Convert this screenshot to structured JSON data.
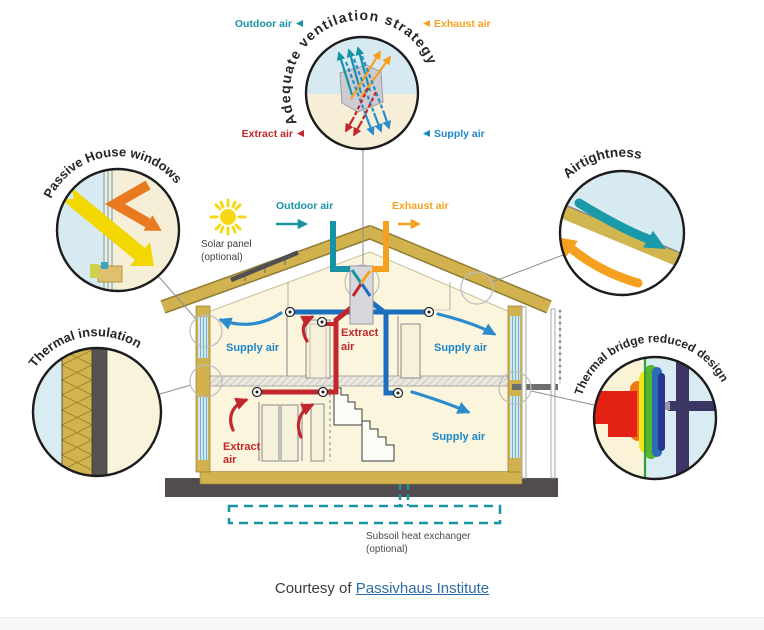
{
  "colors": {
    "teal": "#1893a5",
    "orange": "#f5a01e",
    "red": "#c1272d",
    "supply_blue": "#1b6fbe",
    "gold": "#d1b24f",
    "cream": "#faf5dc",
    "sky": "#d7e9f1",
    "link": "#2e6ca4"
  },
  "ventilation_circle": {
    "title": "Adequate ventilation strategy",
    "outdoor_label": "Outdoor air",
    "exhaust_label": "Exhaust air",
    "extract_label": "Extract air",
    "supply_label": "Supply air"
  },
  "feature_circles": {
    "windows_title": "Passive House windows",
    "insulation_title": "Thermal insulation",
    "airtightness_title": "Airtightness",
    "thermal_bridge_title": "Thermal bridge reduced design"
  },
  "house": {
    "outdoor_air": "Outdoor air",
    "exhaust_air": "Exhaust air",
    "solar_panel_line1": "Solar panel",
    "solar_panel_line2": "(optional)",
    "supply_upper_left": "Supply air",
    "supply_upper_right": "Supply air",
    "supply_lower_right": "Supply air",
    "extract_upper_line1": "Extract",
    "extract_upper_line2": "air",
    "extract_lower_line1": "Extract",
    "extract_lower_line2": "air",
    "subsoil_line1": "Subsoil heat exchanger",
    "subsoil_line2": "(optional)"
  },
  "caption": {
    "prefix": "Courtesy of",
    "link": "Passivhaus Institute"
  }
}
